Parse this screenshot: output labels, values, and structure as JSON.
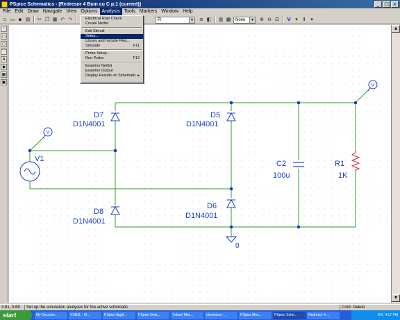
{
  "window": {
    "title": "PSpice Schematics - [Redresor 4 Buin cu C  p.1 (current)]",
    "controls": [
      "_",
      "□",
      "x"
    ]
  },
  "menubar": {
    "items": [
      "File",
      "Edit",
      "Draw",
      "Navigate",
      "View",
      "Options",
      "Analysis",
      "Tools",
      "Markers",
      "Window",
      "Help"
    ],
    "active": "Analysis"
  },
  "toolbar": {
    "part_combo_value": "R",
    "zoom_combo_value": "None",
    "text_V": "V",
    "text_I": "I"
  },
  "analysis_menu": {
    "items": [
      {
        "label": "Electrical Rule Check",
        "shortcut": ""
      },
      {
        "label": "Create Netlist",
        "shortcut": ""
      },
      {
        "label": "Edit Stimuli",
        "shortcut": ""
      },
      {
        "label": "Setup...",
        "shortcut": ""
      },
      {
        "label": "Library and Include Files...",
        "shortcut": ""
      },
      {
        "label": "Simulate",
        "shortcut": "F11"
      },
      {
        "label": "Probe Setup...",
        "shortcut": ""
      },
      {
        "label": "Run Probe",
        "shortcut": "F12"
      },
      {
        "label": "Examine Netlist",
        "shortcut": ""
      },
      {
        "label": "Examine Output",
        "shortcut": ""
      },
      {
        "label": "Display Results on Schematic",
        "shortcut": "▸"
      }
    ],
    "highlighted": "Setup..."
  },
  "schematic": {
    "components": {
      "D7": {
        "ref": "D7",
        "model": "D1N4001"
      },
      "D5": {
        "ref": "D5",
        "model": "D1N4001"
      },
      "D8": {
        "ref": "D8",
        "model": "D1N4001"
      },
      "D6": {
        "ref": "D6",
        "model": "D1N4001"
      },
      "C2": {
        "ref": "C2",
        "value": "100u"
      },
      "R1": {
        "ref": "R1",
        "value": "1K"
      },
      "V1": {
        "ref": "V1"
      }
    },
    "markers": [
      "V",
      "V"
    ],
    "ground_label": "0"
  },
  "statusbar": {
    "coords": "3.81, 0.69",
    "message": "Set up the simulation analyses for the active schematic",
    "cmd": "Cmd: Delete"
  },
  "taskbar": {
    "start": "start",
    "tasks": [
      "My Docume...",
      "VSN2L - M...",
      "PSpice Appli...",
      "PSpice Desi...",
      "Yahoo! Mes...",
      "elenmona -...",
      "PSpice Mes...",
      "PSpice Sche...",
      "Redresor 4 ..."
    ],
    "active_task": 7,
    "lang": "EN",
    "time": "4:17 PM"
  },
  "colors": {
    "wire": "#2e9b2e",
    "component": "#1a3ccc",
    "label": "#1a3ccc",
    "resistor": "#d02020",
    "menu_highlight": "#0a246a"
  }
}
